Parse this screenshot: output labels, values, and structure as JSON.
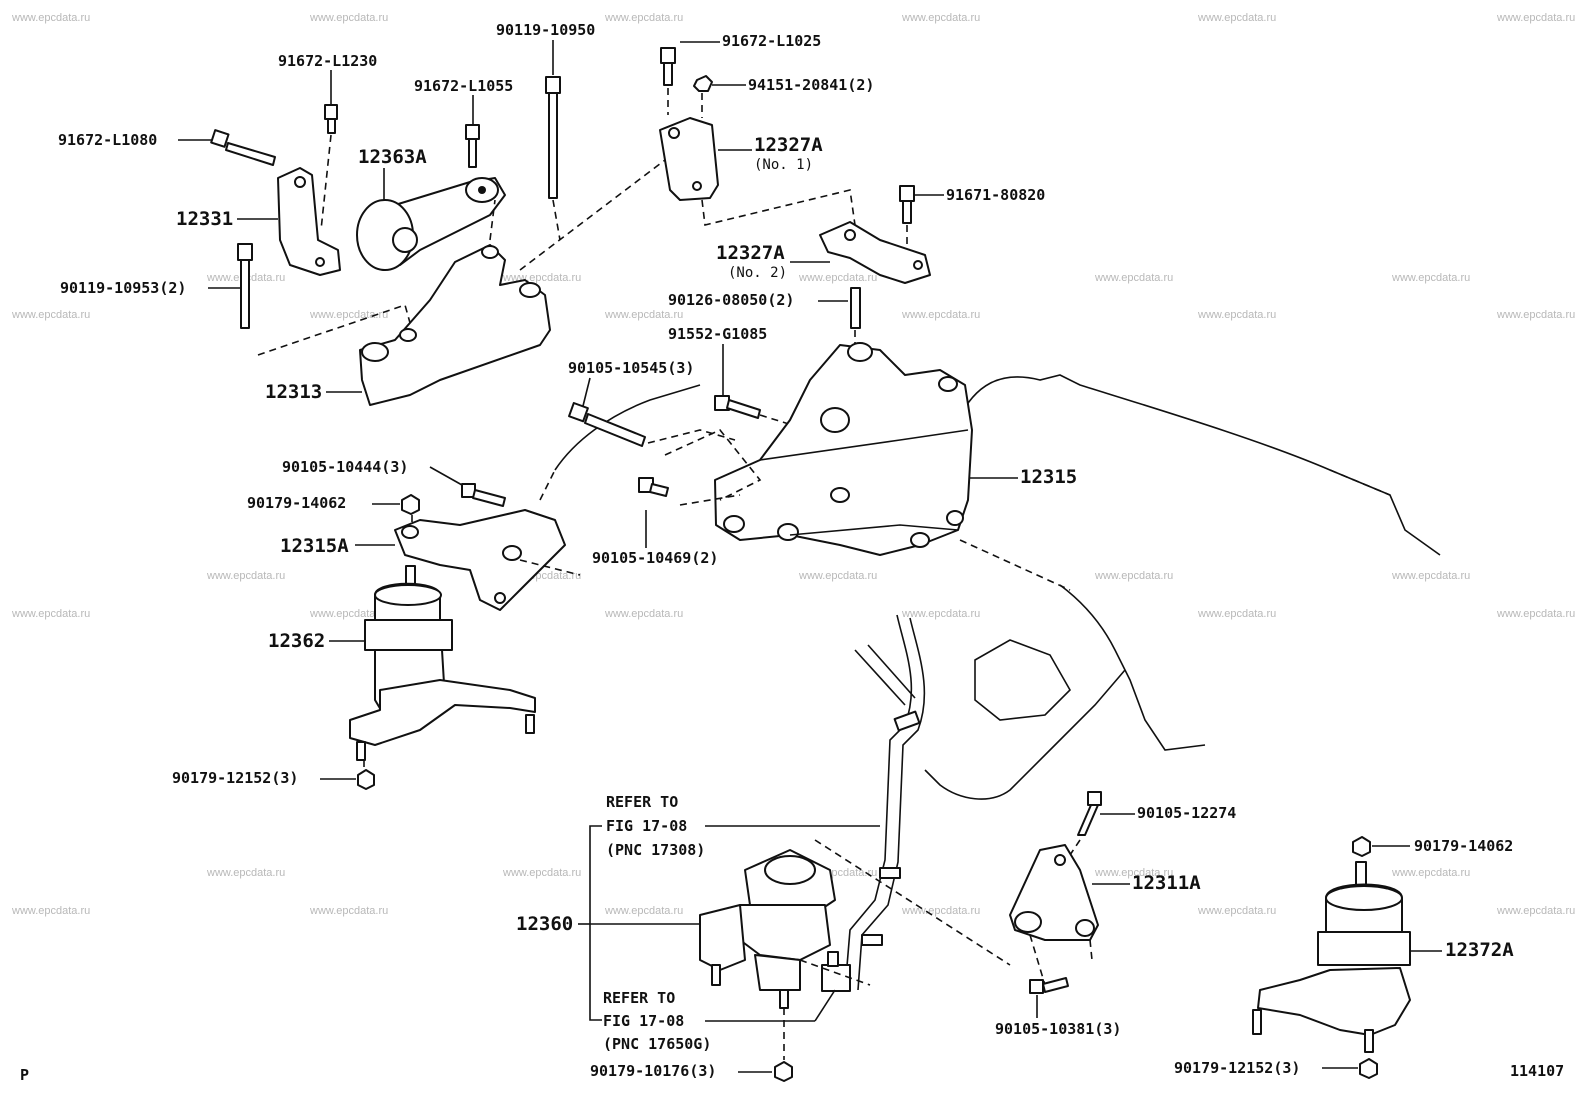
{
  "watermark": "www.epcdata.ru",
  "corner_left": "P",
  "figure_id": "114107",
  "callouts": {
    "c91672_L1230": "91672-L1230",
    "c90119_10950": "90119-10950",
    "c91672_L1025": "91672-L1025",
    "c94151_20841": "94151-20841(2)",
    "c91672_L1055": "91672-L1055",
    "c91672_L1080": "91672-L1080",
    "c12363A": "12363A",
    "c12327A_1": "12327A",
    "c12327A_1_sub": "(No. 1)",
    "c12331": "12331",
    "c91671_80820": "91671-80820",
    "c12327A_2": "12327A",
    "c12327A_2_sub": "(No. 2)",
    "c90119_10953": "90119-10953(2)",
    "c90126_08050": "90126-08050(2)",
    "c91552_G1085": "91552-G1085",
    "c90105_10545": "90105-10545(3)",
    "c12313": "12313",
    "c90105_10444": "90105-10444(3)",
    "c12315": "12315",
    "c90179_14062a": "90179-14062",
    "c12315A": "12315A",
    "c90105_10469": "90105-10469(2)",
    "c12362": "12362",
    "c90179_12152a": "90179-12152(3)",
    "refer1_a": "REFER TO",
    "refer1_b": "FIG 17-08",
    "refer1_c": "(PNC 17308)",
    "c90105_12274": "90105-12274",
    "c90179_14062b": "90179-14062",
    "c12311A": "12311A",
    "c12360": "12360",
    "c12372A": "12372A",
    "refer2_a": "REFER TO",
    "refer2_b": "FIG 17-08",
    "refer2_c": "(PNC 17650G)",
    "c90105_10381": "90105-10381(3)",
    "c90179_10176": "90179-10176(3)",
    "c90179_12152b": "90179-12152(3)"
  }
}
